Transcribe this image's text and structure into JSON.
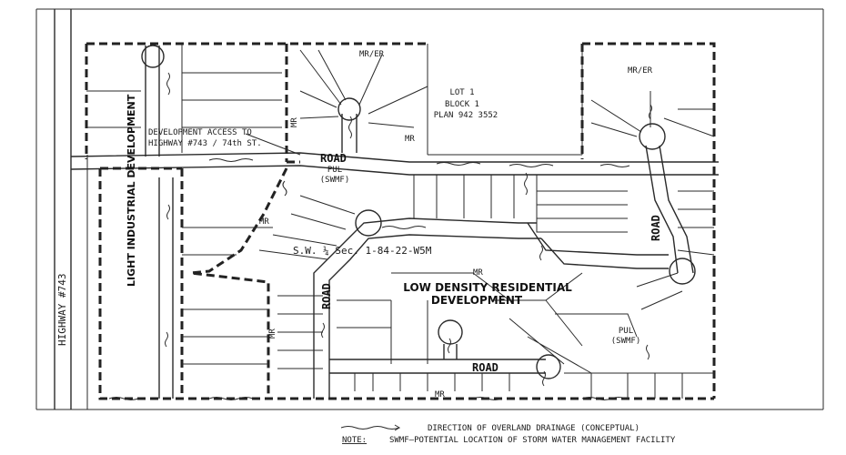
{
  "map": {
    "highway_label": "HIGHWAY #743",
    "light_industrial": "LIGHT INDUSTRIAL DEVELOPMENT",
    "lot": {
      "line1": "LOT 1",
      "line2": "BLOCK 1",
      "line3": "PLAN 942 3552"
    },
    "access_note": {
      "line1": "DEVELOPMENT ACCESS TO",
      "line2": "HIGHWAY #743 / 74th ST."
    },
    "road_labels": [
      "ROAD",
      "ROAD",
      "ROAD",
      "ROAD"
    ],
    "mr_er_labels": [
      "MR/ER",
      "MR/ER"
    ],
    "mr_labels": [
      "MR",
      "MR",
      "MR",
      "MR",
      "MR",
      "MR"
    ],
    "pul_top": {
      "line1": "PUL",
      "line2": "(SWMF)"
    },
    "pul_bottom": {
      "line1": "PUL",
      "line2": "(SWMF)"
    },
    "section": "S.W. ¼ Sec. 1-84-22-W5M",
    "residential": {
      "line1": "LOW DENSITY RESIDENTIAL",
      "line2": "DEVELOPMENT"
    }
  },
  "legend": {
    "drainage": "DIRECTION OF OVERLAND DRAINAGE (CONCEPTUAL)",
    "note_label": "NOTE:",
    "note_text": "SWMF–POTENTIAL LOCATION OF STORM WATER MANAGEMENT FACILITY"
  }
}
